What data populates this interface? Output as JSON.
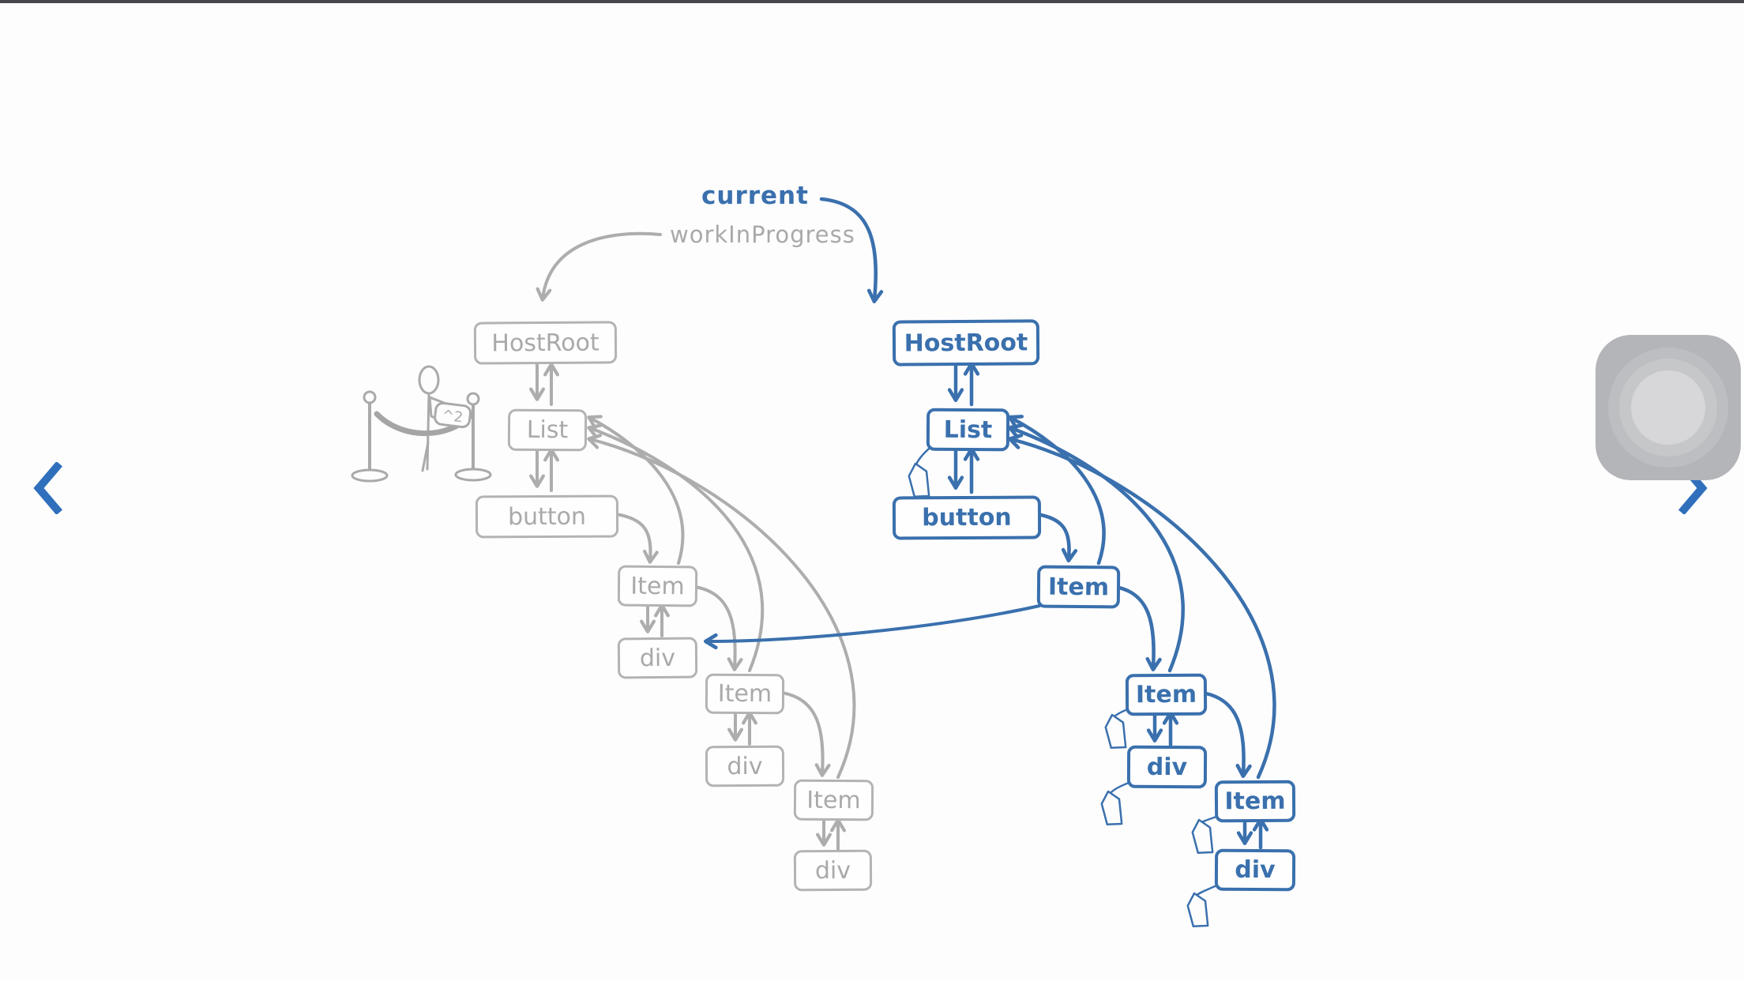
{
  "labels": {
    "current_pointer": "current",
    "work_in_progress_pointer": "workInProgress"
  },
  "figure": {
    "sign": "^2"
  },
  "trees": {
    "workInProgress": {
      "name": "workInProgress",
      "ink_color": "#b3b3b3",
      "nodes": [
        {
          "label": "HostRoot"
        },
        {
          "label": "List"
        },
        {
          "label": "button"
        },
        {
          "label": "Item"
        },
        {
          "label": "div"
        },
        {
          "label": "Item"
        },
        {
          "label": "div"
        },
        {
          "label": "Item"
        },
        {
          "label": "div"
        }
      ]
    },
    "current": {
      "name": "current",
      "ink_color": "#3a70ad",
      "nodes": [
        {
          "label": "HostRoot"
        },
        {
          "label": "List"
        },
        {
          "label": "button"
        },
        {
          "label": "Item"
        },
        {
          "label": "Item"
        },
        {
          "label": "div"
        },
        {
          "label": "Item"
        },
        {
          "label": "div"
        }
      ]
    }
  },
  "nav": {
    "prev_icon": "chevron-left",
    "next_icon": "chevron-right"
  },
  "overlay": {
    "assistive_touch_icon": "assistive-touch"
  },
  "colors": {
    "blue_ink": "#3a70ad",
    "gray_ink": "#adadad",
    "chevron_blue": "#2f6fbc"
  }
}
